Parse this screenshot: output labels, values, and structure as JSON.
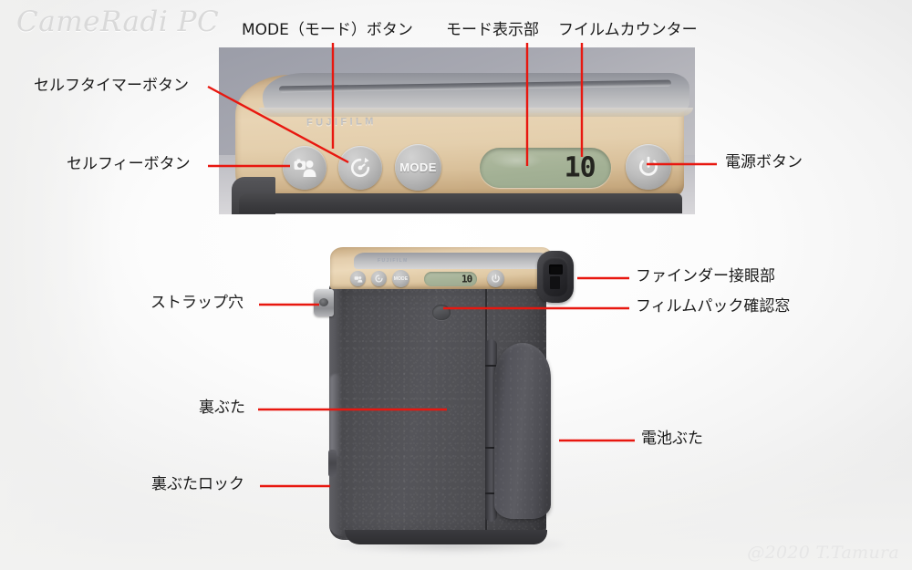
{
  "watermarks": {
    "brand": "CameRadi PC",
    "copyright": "@2020 T.Tamura"
  },
  "camera": {
    "brand_emboss": "FUJIFILM",
    "mode_button_text": "MODE",
    "film_counter_value": "10"
  },
  "annotations": {
    "top_photo": [
      {
        "id": "mode-button",
        "label": "MODE（モード）ボタン"
      },
      {
        "id": "mode-display",
        "label": "モード表示部"
      },
      {
        "id": "film-counter",
        "label": "フイルムカウンター"
      },
      {
        "id": "self-timer",
        "label": "セルフタイマーボタン"
      },
      {
        "id": "selfie",
        "label": "セルフィーボタン"
      },
      {
        "id": "power",
        "label": "電源ボタン"
      }
    ],
    "back_photo": [
      {
        "id": "viewfinder",
        "label": "ファインダー接眼部"
      },
      {
        "id": "film-pack-window",
        "label": "フィルムパック確認窓"
      },
      {
        "id": "strap-hole",
        "label": "ストラップ穴"
      },
      {
        "id": "back-cover",
        "label": "裏ぶた"
      },
      {
        "id": "back-cover-lock",
        "label": "裏ぶたロック"
      },
      {
        "id": "battery-door",
        "label": "電池ぶた"
      }
    ]
  },
  "colors": {
    "leader_line": "#e8170f",
    "gold_body": "#e3cdac",
    "dark_body": "#4d4d51",
    "lcd_green": "#a6b398",
    "button_gray": "#bcbcbc",
    "label_text": "#1a1a1a",
    "watermark_gray": "#dcdcdc"
  }
}
